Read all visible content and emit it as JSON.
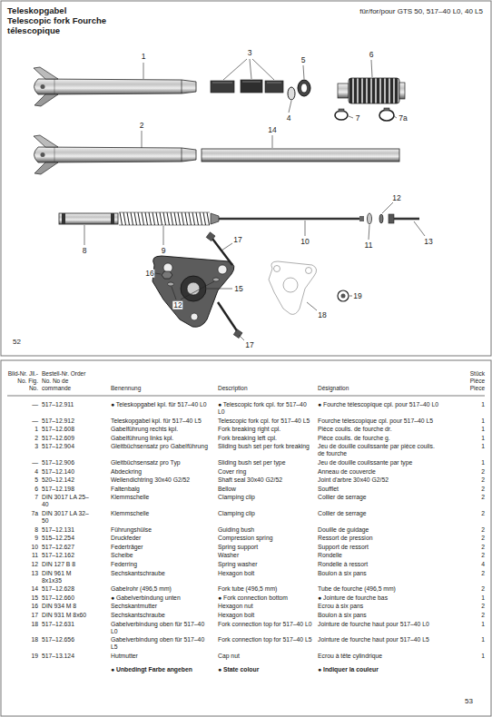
{
  "diagram": {
    "title": "Teleskopgabel Telescopic fork Fourche télescopique",
    "labels": [
      "für/for/pour GTS 50, 517–40 L0, 40 L5",
      "1",
      "3",
      "4",
      "5",
      "6",
      "7",
      "7a",
      "2",
      "14",
      "8",
      "9",
      "10",
      "11",
      "12",
      "13",
      "17",
      "16",
      "12",
      "15",
      "17",
      "18",
      "19",
      "52",
      "Bild-Nr. Jll.-No. Fig. No.",
      "Bestell-Nr. Order No. No de commande",
      "Benennung",
      "Description",
      "Désignation",
      "Stück Pièce Piece",
      "—",
      "517–12.911",
      "● Teleskopgabel kpl. für 517–40 L0",
      "● Telescopic fork cpl. for 517–40 L0",
      "● Fourche télescopique cpl. pour 517–40 L0",
      "1",
      "—",
      "517–12.912",
      "Teleskopgabel kpl. für 517–40 L5",
      "Telescopic fork cpl. for 517–40 L5",
      "Fourche télescopique cpl. pour 517–40 L5",
      "1",
      "1",
      "517–12.608",
      "Gabelführung rechts kpl.",
      "Fork breaking right cpl.",
      "Pièce coulis. de fourche dr.",
      "1",
      "2",
      "517–12.609",
      "Gabelführung links kpl.",
      "Fork breaking left cpl.",
      "Pièce coulis. de fourche g.",
      "1",
      "3",
      "517–12.904",
      "Gleitbüchsensatz pro Gabelführung",
      "Sliding bush set per fork breaking",
      "Jeu de douille coulissante par pièce coulis. de fourche",
      "1",
      "—",
      "517–12.906",
      "Gleitbüchsensatz pro Typ",
      "Sliding bush set per type",
      "Jeu de douille coulissante par type",
      "1",
      "4",
      "517–12.140",
      "Abdeckring",
      "Cover ring",
      "Anneau de couvercle",
      "2",
      "5",
      "520–12.142",
      "Wellendichtring 30x40 G2/52",
      "Shaft seal 30x40 G2/52",
      "Joint d'arbre 30x40 G2/52",
      "2",
      "6",
      "517–12.198",
      "Faltenbalg",
      "Bellow",
      "Soufflet",
      "2",
      "7",
      "DIN 3017 LA 25–40",
      "Klemmschelle",
      "Clamping clip",
      "Collier de serrage",
      "2",
      "7a",
      "DIN 3017 LA 32–50",
      "Klemmschelle",
      "Clamping clip",
      "Collier de serrage",
      "2",
      "8",
      "517–12.131",
      "Führungshülse",
      "Guiding bush",
      "Douille de guidage",
      "2",
      "9",
      "515–12.254",
      "Druckfeder",
      "Compression spring",
      "Ressort de pression",
      "2",
      "10",
      "517–12.627",
      "Federträger",
      "Spring support",
      "Support de ressort",
      "2",
      "11",
      "517–12.162",
      "Scheibe",
      "Washer",
      "Rondelle",
      "2",
      "12",
      "DIN 127 B 8",
      "Federring",
      "Spring washer",
      "Rondelle à ressort",
      "4",
      "13",
      "DIN 961 M 8x1x35",
      "Sechskantschraube",
      "Hexagon bolt",
      "Boulon à six pans",
      "2",
      "14",
      "517–12.628",
      "Gabelrohr (496,5 mm)",
      "Fork tube (496,5 mm)",
      "Tube de fourche (496,5 mm)",
      "2",
      "15",
      "517–12.660",
      "● Gabelverbindung unten",
      "● Fork connection bottom",
      "● Jointure de fourche bas",
      "1",
      "16",
      "DIN 934 M 8",
      "Sechskantmutter",
      "Hexagon nut",
      "Ecrou à six pans",
      "2",
      "17",
      "DIN 931 M 8x60",
      "Sechskantschraube",
      "Hexagon bolt",
      "Boulon à six pans",
      "2",
      "18",
      "517–12.631",
      "Gabelverbindung oben für 517–40 L0",
      "Fork connection top for 517–40 L0",
      "Jointure de fourche haut pour 517–40 L0",
      "1",
      "18",
      "517–12.656",
      "Gabelverbindung oben für 517–40 L5",
      "Fork connection top for 517–40 L5",
      "Jointure de fourche haut pour 517–40 L5",
      "1",
      "19",
      "517–13.124",
      "Hutmutter",
      "Cap nut",
      "Ecrou à tête cylindrique",
      "1",
      "● Unbedingt Farbe angeben",
      "● State colour",
      "● Indiquer la couleur",
      "53"
    ]
  }
}
